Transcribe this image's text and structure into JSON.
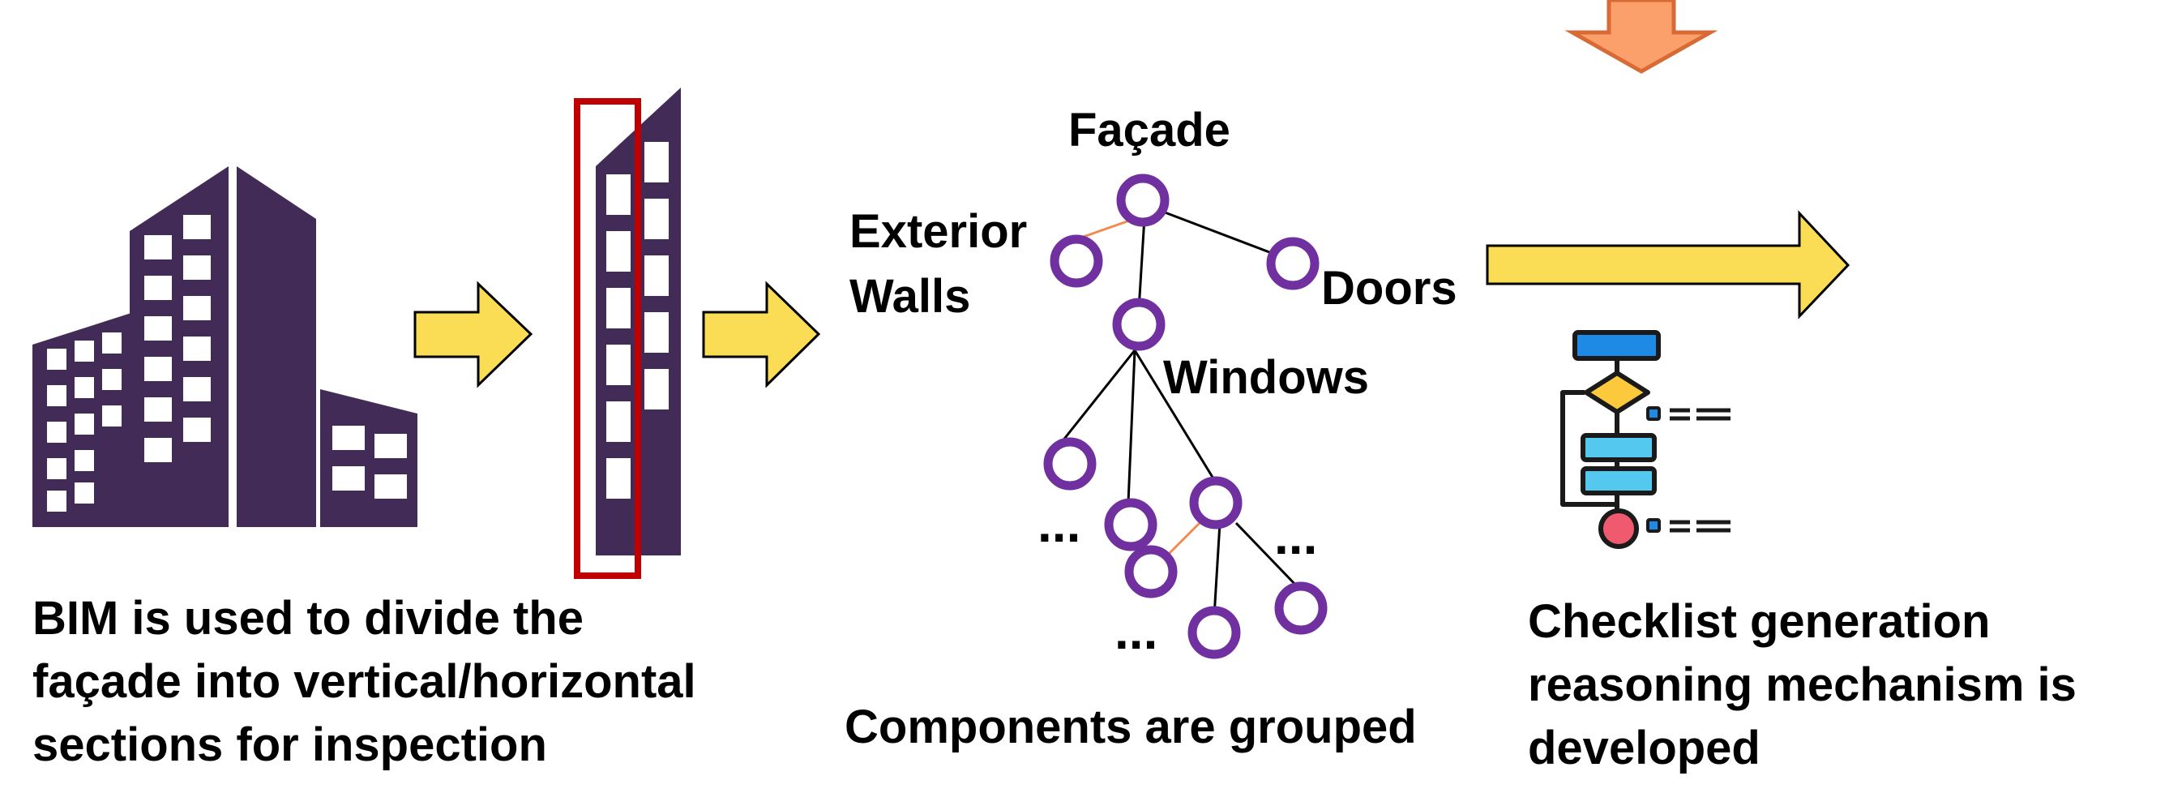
{
  "captions": {
    "bim": [
      "BIM is used to divide the",
      "façade into vertical/horizontal",
      "sections for inspection"
    ],
    "grouping": [
      "Components are grouped"
    ],
    "checklist": [
      "Checklist generation",
      "reasoning mechanism is",
      "developed"
    ]
  },
  "tree": {
    "root": "Façade",
    "exterior_walls": [
      "Exterior",
      "Walls"
    ],
    "doors": "Doors",
    "windows": "Windows",
    "ellipsis": "..."
  },
  "colors": {
    "building": "#432b58",
    "highlight": "#c00000",
    "arrow_fill": "#fbdd55",
    "down_arrow": "#fca06b",
    "node": "#7030a0",
    "edge": "#000000",
    "edge_highlight": "#f28b50",
    "flow_blue": "#1e8ae6",
    "flow_cyan": "#55c8f0",
    "flow_yellow": "#fbc93b",
    "flow_red": "#f05a6e"
  },
  "icons": {
    "building": "office-building-icon",
    "section": "facade-section-icon",
    "flowchart": "flowchart-icon"
  }
}
